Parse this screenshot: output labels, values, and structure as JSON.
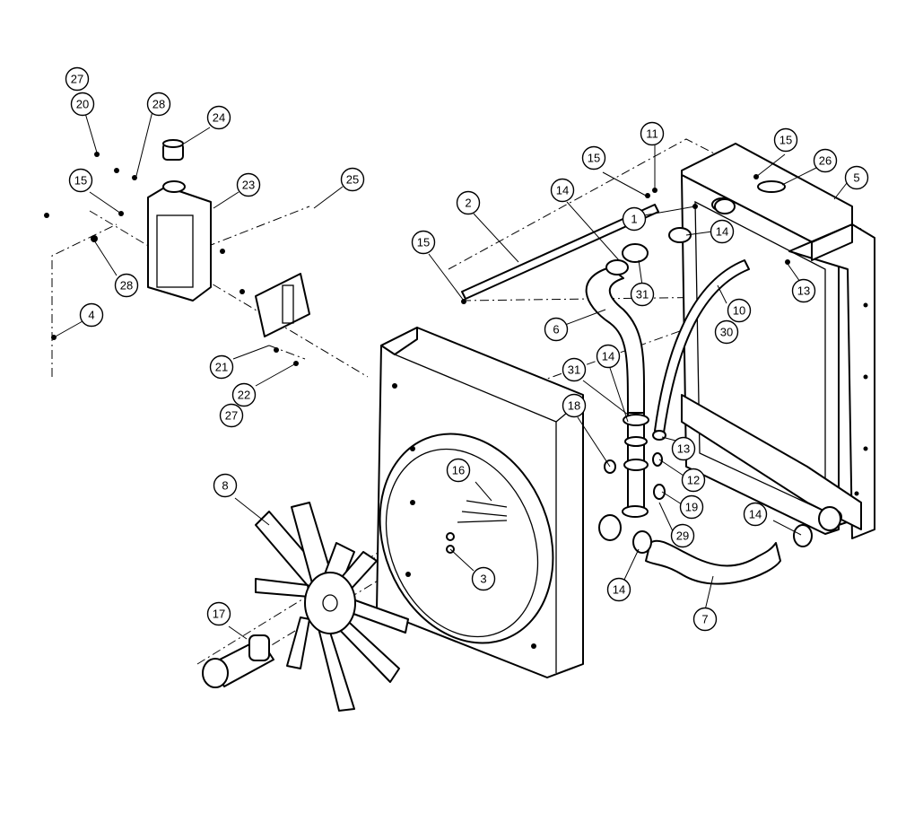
{
  "callouts": [
    {
      "label": "27"
    },
    {
      "label": "20"
    },
    {
      "label": "28"
    },
    {
      "label": "24"
    },
    {
      "label": "15"
    },
    {
      "label": "23"
    },
    {
      "label": "25"
    },
    {
      "label": "28"
    },
    {
      "label": "4"
    },
    {
      "label": "21"
    },
    {
      "label": "22"
    },
    {
      "label": "27"
    },
    {
      "label": "2"
    },
    {
      "label": "15"
    },
    {
      "label": "14"
    },
    {
      "label": "15"
    },
    {
      "label": "11"
    },
    {
      "label": "1"
    },
    {
      "label": "14"
    },
    {
      "label": "31"
    },
    {
      "label": "6"
    },
    {
      "label": "15"
    },
    {
      "label": "26"
    },
    {
      "label": "5"
    },
    {
      "label": "13"
    },
    {
      "label": "10"
    },
    {
      "label": "30"
    },
    {
      "label": "31"
    },
    {
      "label": "14"
    },
    {
      "label": "18"
    },
    {
      "label": "13"
    },
    {
      "label": "12"
    },
    {
      "label": "19"
    },
    {
      "label": "29"
    },
    {
      "label": "16"
    },
    {
      "label": "8"
    },
    {
      "label": "3"
    },
    {
      "label": "17"
    },
    {
      "label": "14"
    },
    {
      "label": "14"
    },
    {
      "label": "7"
    }
  ]
}
